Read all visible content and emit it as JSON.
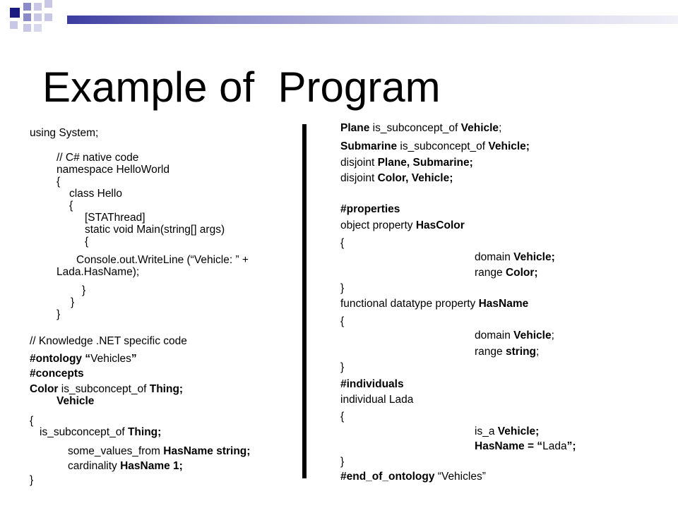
{
  "slide": {
    "title": "Example of  Program",
    "accent_colors": {
      "dark": "#1a1a80",
      "mid": "#8a8ac8",
      "light": "#c8c8e6"
    }
  },
  "left_code": [
    [
      [
        "using System",
        false
      ],
      [
        ";",
        false
      ]
    ],
    [
      [
        "// C# native code",
        false
      ]
    ],
    [
      [
        "namespace HelloWorld",
        false
      ]
    ],
    [
      [
        "{",
        false
      ]
    ],
    [
      [
        "class Hello",
        false
      ]
    ],
    [
      [
        "{",
        false
      ]
    ],
    [
      [
        "[STAThread]",
        false
      ]
    ],
    [
      [
        "static void Main(string[] args)",
        false
      ]
    ],
    [
      [
        "{",
        false
      ]
    ],
    [
      [
        "Console.out.WriteLine (“Vehicle: ” +",
        false
      ]
    ],
    [
      [
        "Lada.HasName);",
        false
      ]
    ],
    [
      [
        "}",
        false
      ]
    ],
    [
      [
        "}",
        false
      ]
    ],
    [
      [
        "}",
        false
      ]
    ],
    [
      [
        "// Knowledge .NET specific code",
        false
      ]
    ],
    [
      [
        "#ontology ",
        true
      ],
      [
        "“",
        true
      ],
      [
        "Vehicles",
        false
      ],
      [
        "”",
        true
      ]
    ],
    [
      [
        "#concepts",
        true
      ]
    ],
    [
      [
        "Color ",
        true
      ],
      [
        "is_subconcept_of ",
        false
      ],
      [
        "Thing;",
        true
      ]
    ],
    [
      [
        "Vehicle",
        true
      ]
    ],
    [
      [
        "{",
        false
      ]
    ],
    [
      [
        "is_subconcept_of ",
        false
      ],
      [
        "Thing;",
        true
      ]
    ],
    [
      [
        "some_values_from ",
        false
      ],
      [
        "HasName string;",
        true
      ]
    ],
    [
      [
        "cardinality ",
        false
      ],
      [
        "HasName 1;",
        true
      ]
    ],
    [
      [
        "}",
        false
      ]
    ]
  ],
  "right_code": [
    [
      [
        "Plane ",
        true
      ],
      [
        "is_subconcept_of ",
        false
      ],
      [
        "Vehicle",
        true
      ],
      [
        ";",
        false
      ]
    ],
    [
      [
        "Submarine ",
        true
      ],
      [
        "is_subconcept_of ",
        false
      ],
      [
        "Vehicle;",
        true
      ]
    ],
    [
      [
        "disjoint ",
        false
      ],
      [
        "Plane, Submarine;",
        true
      ]
    ],
    [
      [
        "disjoint ",
        false
      ],
      [
        "Color, Vehicle;",
        true
      ]
    ],
    [
      [
        "#properties",
        true
      ]
    ],
    [
      [
        "object property ",
        false
      ],
      [
        "HasColor",
        true
      ]
    ],
    [
      [
        "{",
        false
      ]
    ],
    [
      [
        "domain ",
        false
      ],
      [
        "Vehicle;",
        true
      ]
    ],
    [
      [
        "range ",
        false
      ],
      [
        "Color;",
        true
      ]
    ],
    [
      [
        "}",
        false
      ]
    ],
    [
      [
        "functional datatype property ",
        false
      ],
      [
        "HasName",
        true
      ]
    ],
    [
      [
        "{",
        false
      ]
    ],
    [
      [
        "domain ",
        false
      ],
      [
        "Vehicle",
        true
      ],
      [
        ";",
        false
      ]
    ],
    [
      [
        "range ",
        false
      ],
      [
        "string",
        true
      ],
      [
        ";",
        false
      ]
    ],
    [
      [
        "}",
        false
      ]
    ],
    [
      [
        "#individuals",
        true
      ]
    ],
    [
      [
        "individual Lada",
        false
      ]
    ],
    [
      [
        "{",
        false
      ]
    ],
    [
      [
        "is_a ",
        false
      ],
      [
        "Vehicle;",
        true
      ]
    ],
    [
      [
        "HasName = ",
        true
      ],
      [
        "“",
        true
      ],
      [
        "Lada",
        false
      ],
      [
        "”",
        true
      ],
      [
        ";",
        true
      ]
    ],
    [
      [
        "}",
        false
      ]
    ],
    [
      [
        "#end_of_ontology ",
        true
      ],
      [
        "“Vehicles”",
        false
      ]
    ]
  ]
}
